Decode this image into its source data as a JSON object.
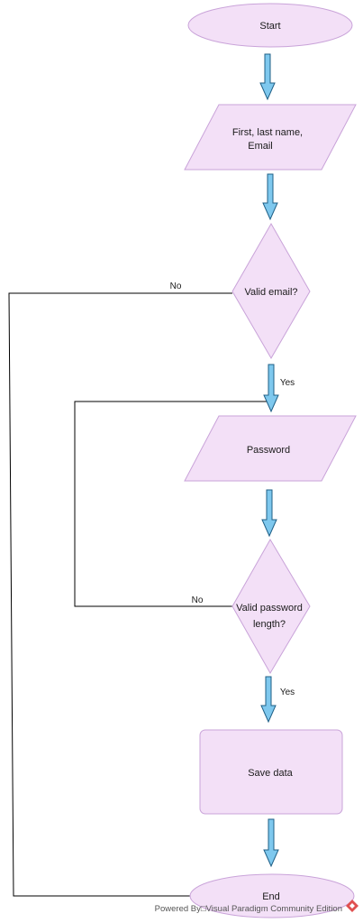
{
  "diagram": {
    "nodes": {
      "start": "Start",
      "input_name_line1": "First, last name,",
      "input_name_line2": "Email",
      "valid_email": "Valid email?",
      "password": "Password",
      "valid_password_line1": "Valid password",
      "valid_password_line2": "length?",
      "save_data": "Save data",
      "end": "End"
    },
    "edge_labels": {
      "email_no": "No",
      "email_yes": "Yes",
      "password_no": "No",
      "password_yes": "Yes"
    }
  },
  "footer": {
    "text": "Powered By□Visual Paradigm Community Edition"
  },
  "colors": {
    "shape_fill": "#f3e0f7",
    "shape_stroke": "#c9a3d9",
    "arrow_fill": "#7ec8ee",
    "arrow_stroke": "#1f5f86",
    "line": "#000000"
  }
}
